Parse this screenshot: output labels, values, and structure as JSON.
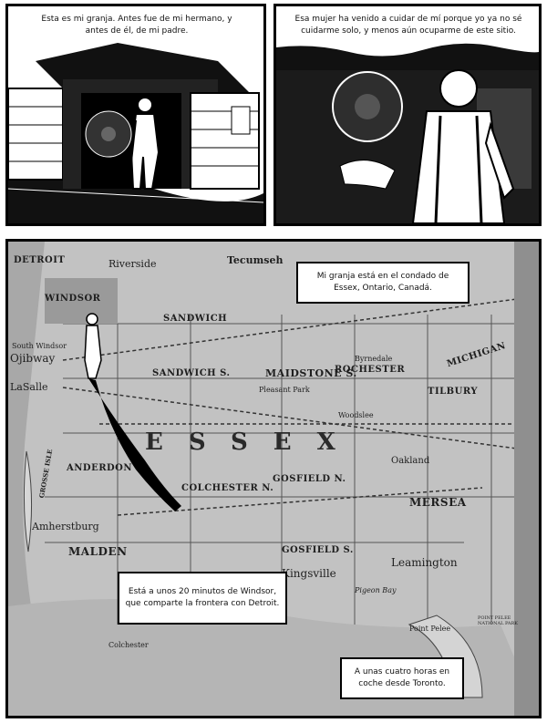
{
  "panel1": {
    "caption": "Esta es mi granja. Antes fue de mi hermano, y antes de él, de mi padre."
  },
  "panel2": {
    "caption": "Esa mujer ha venido a cuidar de mí porque yo ya no sé cuidarme solo, y menos aún ocuparme de este sitio."
  },
  "panel3": {
    "caption_top": "Mi granja está en el condado de Essex, Ontario, Canadá.",
    "caption_middle": "Está a unos 20 minutos de Windsor, que comparte la frontera con Detroit.",
    "caption_bottom": "A unas cuatro horas en coche desde Toronto.",
    "map_labels": {
      "detroit": "DETROIT",
      "riverside": "Riverside",
      "windsor": "WINDSOR",
      "tecumseh": "Tecumseh",
      "sandwich": "SANDWICH",
      "sandwich_s": "SANDWICH S.",
      "south_windsor": "South Windsor",
      "ojibway": "Ojibway",
      "la_salle": "LaSalle",
      "maidstone": "MAIDSTONE S.",
      "rochester": "ROCHESTER",
      "tilbury": "TILBURY",
      "essex": "ESSEX",
      "anderdon": "ANDERDON",
      "colchester_n": "COLCHESTER N.",
      "gosfield_n": "GOSFIELD N.",
      "mersea": "MERSEA",
      "malden": "MALDEN",
      "gosfield_s": "GOSFIELD S.",
      "grosse_isle": "GROSSE ISLE",
      "amherstburg": "Amherstburg",
      "kingsville": "Kingsville",
      "leamington": "Leamington",
      "pigeon_bay": "Pigeon Bay",
      "colchester": "Colchester",
      "oakland": "Oakland",
      "woodslee": "Woodslee",
      "pleasant_park": "Pleasant Park",
      "byrnedale": "Byrnedale",
      "michigan": "MICHIGAN",
      "point_pelee": "Point Pelee",
      "point_pelee_park": "POINT PELEE NATIONAL PARK"
    }
  }
}
